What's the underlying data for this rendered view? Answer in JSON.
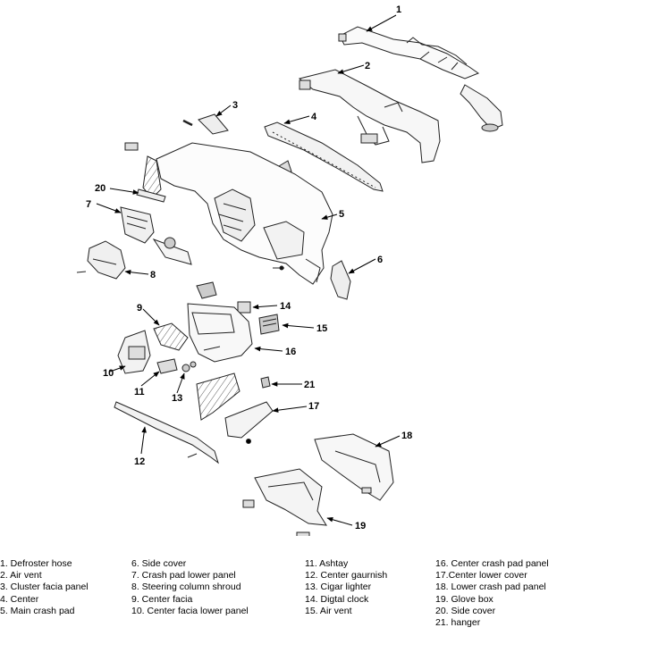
{
  "callouts": [
    "1",
    "2",
    "3",
    "4",
    "5",
    "6",
    "7",
    "8",
    "9",
    "10",
    "11",
    "12",
    "13",
    "14",
    "15",
    "16",
    "17",
    "18",
    "19",
    "20",
    "21"
  ],
  "legend": {
    "col1": [
      "1. Defroster hose",
      "2. Air vent",
      "3. Cluster facia panel",
      "4. Center",
      "5. Main crash pad"
    ],
    "col2": [
      "6. Side cover",
      "7. Crash pad lower panel",
      "8. Steering column shroud",
      "9. Center facia",
      "10. Center facia lower panel"
    ],
    "col3": [
      "11. Ashtay",
      "12. Center gaurnish",
      "13. Cigar lighter",
      "14. Digtal clock",
      "15. Air vent"
    ],
    "col4": [
      "16. Center crash pad panel",
      "17.Center lower cover",
      "18. Lower crash pad panel",
      "19. Glove box",
      "20. Side cover",
      "21. hanger"
    ]
  }
}
